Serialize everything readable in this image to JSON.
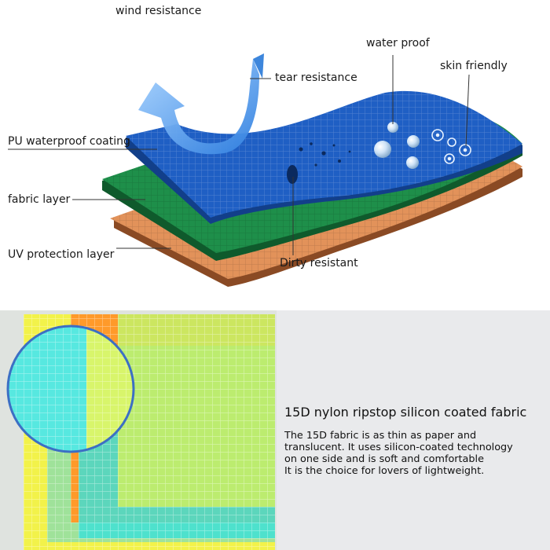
{
  "diagram": {
    "labels": {
      "wind": "wind resistance",
      "tear": "tear resistance",
      "water": "water proof",
      "skin": "skin friendly",
      "pu": "PU waterproof coating",
      "fabric": "fabric layer",
      "uv": "UV protection layer",
      "dirty": "Dirty resistant"
    },
    "colors": {
      "top_layer": "#1f5fc4",
      "middle_layer": "#1e8f4a",
      "bottom_layer": "#e2925a",
      "arrow": "#4a90e2"
    }
  },
  "caption": {
    "title": "15D nylon ripstop silicon coated fabric",
    "lines": [
      "The 15D fabric is as thin as paper and",
      "translucent. It uses silicon-coated technology",
      "on one side and is soft and comfortable",
      "It is the choice for lovers of lightweight."
    ]
  }
}
